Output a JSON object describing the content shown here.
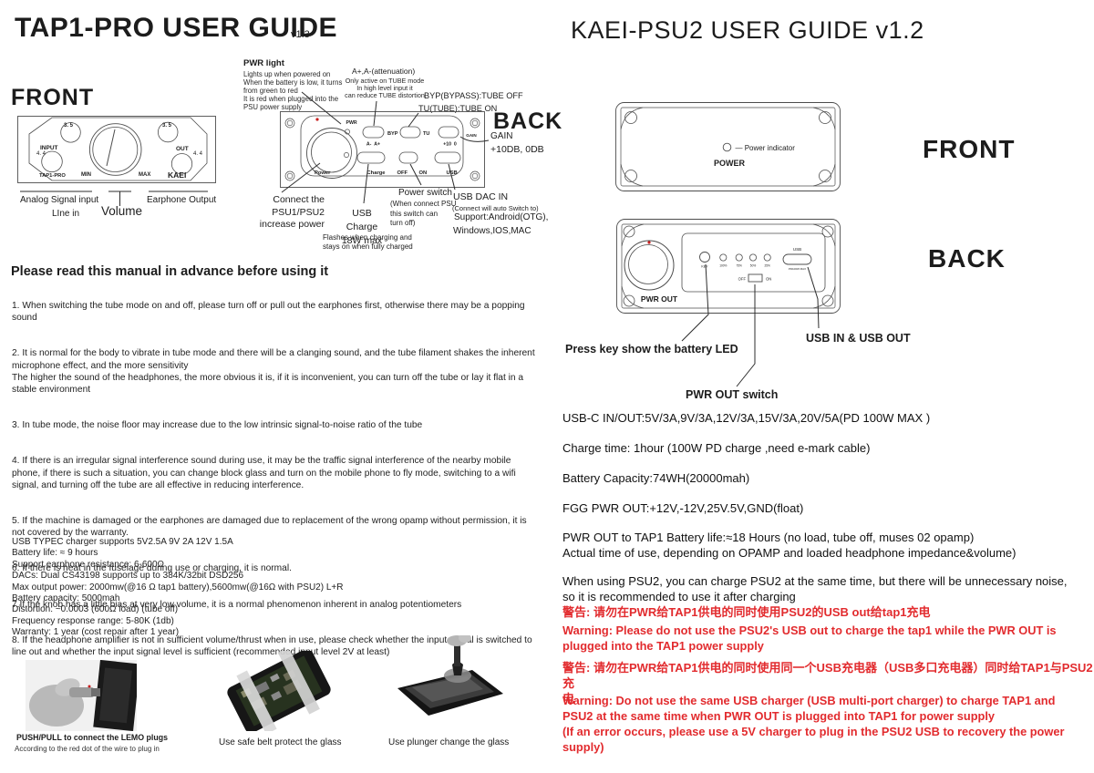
{
  "tap1": {
    "title": "TAP1-PRO USER GUIDE",
    "version": "v1.3",
    "front_heading": "FRONT",
    "back_heading": "BACK",
    "front_panel": {
      "jack35_l": "3. 5",
      "input": "INPUT",
      "jack44_l": "4. 4",
      "model": "TAP1-PRO",
      "min": "MIN",
      "max": "MAX",
      "jack35_r": "3. 5",
      "out": "OUT",
      "jack44_r": "4. 4",
      "brand": "KAEI"
    },
    "front_callouts": {
      "analog": "Analog Signal input",
      "line_in": "LIne in",
      "volume": "Volume",
      "earphone": "Earphone Output"
    },
    "pwr_light": {
      "title": "PWR light",
      "body": "Lights up when powered on\nWhen the battery is low, it turns\nfrom green to red\nIt is red when plugged into the\nPSU power supply"
    },
    "attenuation": {
      "title": "A+,A-(attenuation)",
      "body": "Only active on TUBE mode\nIn high level input it\ncan reduce TUBE distortion"
    },
    "byp_note": "BYP(BYPASS):TUBE OFF",
    "tu_note": "TU(TUBE):TUBE ON",
    "gain_note": {
      "title": "GAIN",
      "value": "+10DB, 0DB"
    },
    "back_panel": {
      "pwr": "PWR",
      "a_buttons": "A-  A+",
      "byp": "BYP",
      "tu": "TU",
      "gain": "GAIN",
      "plus10": "+10  0",
      "power": "Power",
      "charge": "Charge",
      "off": "OFF",
      "on": "ON",
      "usb": "USB"
    },
    "connect_note": "Connect the PSU1/PSU2\nincrease power",
    "usb_charge_note": "USB Charge\n18W max",
    "flash_note": "Flashes when charging and\nstays on when fully charged",
    "power_switch_note": {
      "title": "Power switch",
      "body": "(When connect PSU\nthis switch can\nturn off)"
    },
    "usb_dac_note": {
      "title": "USB DAC IN",
      "sub": "(Connect will auto Switch to)",
      "line1": "Support:Android(OTG),",
      "line2": "Windows,IOS,MAC"
    },
    "manual_heading": "Please read this manual in advance before using it",
    "paragraphs": [
      "1. When switching the tube mode on and off, please turn off or pull out the earphones first, otherwise there may be a popping sound",
      "2. It is normal for the body to vibrate in tube mode and there will be a clanging sound, and the tube filament shakes the inherent microphone effect, and the more sensitivity\nThe higher the sound of the headphones, the more obvious it is, if it is inconvenient, you can turn off the tube or lay it flat in a stable environment",
      "3. In tube mode, the noise floor may increase due to the low intrinsic signal-to-noise ratio of the tube",
      "4. If there is an irregular signal interference sound during use, it may be the traffic signal interference of the nearby mobile phone, if there is such a situation, you can change block glass and turn on the mobile phone to fly mode, switching to a wifi signal, and turning off the tube are all effective in reducing interference.",
      "5. If the machine is damaged or the earphones are damaged due to replacement of the wrong opamp without permission, it is not covered by the warranty.",
      "6. If there is heat in the fuselage during use or charging, it is normal.",
      "7.If the knob has a little bias at very low volume, it is a normal phenomenon inherent in analog potentiometers",
      "8. If the headphone amplifier is not in sufficient volume/thrust when in use, please check whether the input signal is switched to line out and whether the input signal level is sufficient (recommended input level 2V at least)"
    ],
    "specs": "USB TYPEC charger supports 5V2.5A 9V 2A 12V 1.5A\nBattery life: ≈ 9 hours\nSupport earphone resistance:  6-600Ω\nDACs: Dual CS43198  supports up to 384K/32bit DSD256\nMax output power: 2000mw(@16 Ω tap1 battery),5600mw(@16Ω with PSU2) L+R\nBattery capacity: 5000mah\nDistortion: ~0.0003 (600Ω load)  (tube off)\nFrequency response range: 5-80K (1db)\nWarranty: 1 year (cost repair after 1 year)",
    "photos": [
      {
        "caption": "PUSH/PULL to connect the LEMO plugs",
        "sub": "According to the red dot of the wire to plug in"
      },
      {
        "caption": "Use safe belt protect the glass",
        "sub": ""
      },
      {
        "caption": "Use plunger change the glass",
        "sub": ""
      }
    ]
  },
  "psu2": {
    "title": "KAEI-PSU2 USER GUIDE v1.2",
    "front_heading": "FRONT",
    "back_heading": "BACK",
    "front_panel": {
      "indicator": "— Power indicator",
      "power": "POWER"
    },
    "back_panel": {
      "pwr_out": "PWR OUT",
      "key": "KEY",
      "led100": "100%",
      "led75": "75%",
      "led50": "50%",
      "led25": "25%",
      "off": "OFF",
      "on": "ON",
      "usb": "USB",
      "usb_sub": "PD100W MAX"
    },
    "callouts": {
      "press_key": "Press key show the battery LED",
      "usb_io": "USB IN & USB OUT",
      "pwr_switch": "PWR OUT switch"
    },
    "info": [
      "USB-C IN/OUT:5V/3A,9V/3A,12V/3A,15V/3A,20V/5A(PD 100W MAX )",
      "Charge time: 1hour (100W PD charge ,need e-mark cable)",
      "Battery Capacity:74WH(20000mah)",
      "FGG PWR OUT:+12V,-12V,25V.5V,GND(float)",
      "PWR OUT to TAP1 Battery life:≈18 Hours (no load, tube off, muses 02 opamp)\nActual time of use, depending on OPAMP and loaded headphone impedance&volume)",
      "When using PSU2, you can charge PSU2 at the same time, but there will be unnecessary noise,\nso it is recommended to use it after charging"
    ],
    "warnings": [
      {
        "cn": "警告: 请勿在PWR给TAP1供电的同时使用PSU2的USB out给tap1充电",
        "en": "Warning: Please do not use the PSU2's USB out to charge the tap1 while the PWR OUT is\nplugged into the TAP1 power supply"
      },
      {
        "cn": "警告: 请勿在PWR给TAP1供电的同时使用同一个USB充电器（USB多口充电器）同时给TAP1与PSU2充\n电",
        "en": "Warning: Do not use the same USB charger (USB multi-port charger) to charge TAP1 and\nPSU2 at the same time when PWR OUT is plugged into TAP1 for power supply\n(If an error occurs, please use a 5V charger to plug in the PSU2 USB to recovery the power\nsupply)"
      }
    ]
  },
  "colors": {
    "warning": "#e22b2e",
    "marker": "#c81f1f"
  }
}
